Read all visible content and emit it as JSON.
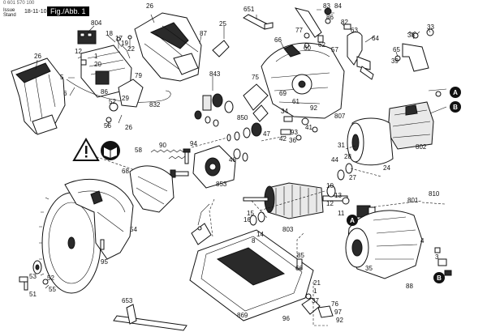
{
  "header": {
    "doc_number": "0 601 570 100",
    "issue_label_1": "Issue",
    "issue_label_2": "Stand",
    "date": "18-11-10",
    "fig_label": "Fig./Abb. 1"
  },
  "footer": "",
  "callouts": {
    "black": [
      "A",
      "B",
      "A",
      "B"
    ]
  },
  "part_labels": [
    "26",
    "804",
    "18",
    "17",
    "19",
    "22",
    "12",
    "5",
    "6",
    "1",
    "20",
    "56",
    "26",
    "86",
    "52",
    "29",
    "79",
    "832",
    "26",
    "87",
    "25",
    "651",
    "83",
    "84",
    "86",
    "77",
    "60",
    "62",
    "82",
    "63",
    "64",
    "38",
    "33",
    "39",
    "65",
    "66",
    "57",
    "75",
    "843",
    "807",
    "41",
    "69",
    "61",
    "92",
    "34",
    "42",
    "36",
    "93",
    "58",
    "90",
    "94",
    "46",
    "47",
    "850",
    "853",
    "68",
    "31",
    "44",
    "28",
    "802",
    "24",
    "27",
    "10",
    "15",
    "16",
    "803",
    "14",
    "8",
    "13",
    "12",
    "801",
    "810",
    "11",
    "4",
    "3",
    "54",
    "95",
    "53",
    "51",
    "52",
    "55",
    "35",
    "85",
    "66",
    "88",
    "21",
    "1",
    "37",
    "869",
    "653",
    "76",
    "97",
    "92",
    "96"
  ]
}
